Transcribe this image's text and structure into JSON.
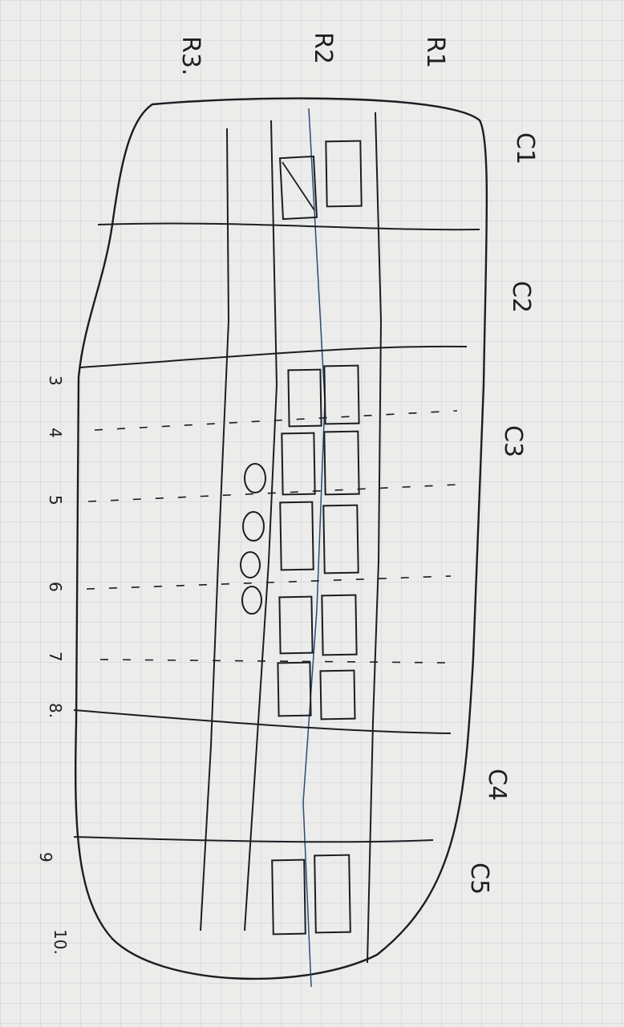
{
  "paper": {
    "background": "#ececea",
    "grid_color": "#c9cfd6",
    "ink": "#1b1d22",
    "blue_ink": "#2d4a78"
  },
  "row_labels": [
    "R1",
    "R2",
    "R3."
  ],
  "column_labels": [
    "C1",
    "C2",
    "C3",
    "C4",
    "C5"
  ],
  "line_numbers": [
    "3",
    "4",
    "5",
    "6",
    "7",
    "8.",
    "9",
    "10."
  ]
}
